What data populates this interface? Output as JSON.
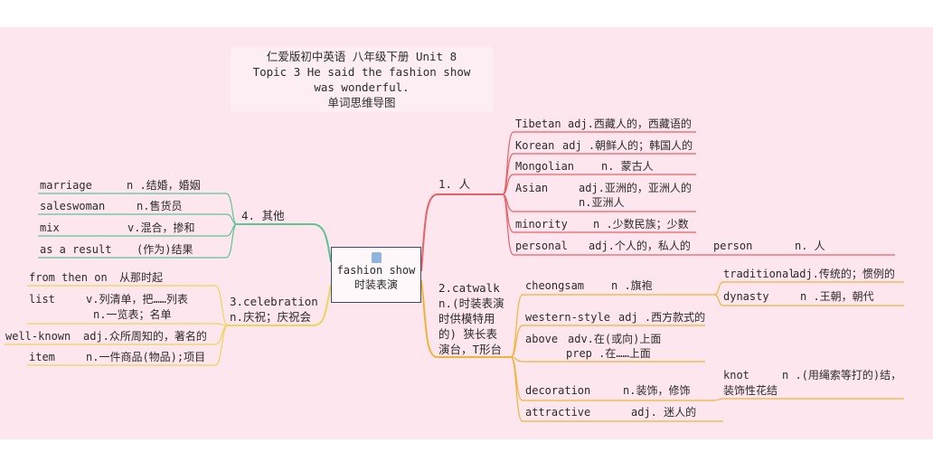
{
  "title": {
    "line1": "仁爱版初中英语  八年级下册 Unit 8",
    "line2": "Topic 3  He  said  the  fashion  show",
    "line3": "was wonderful.",
    "line4": "单词思维导图"
  },
  "center": {
    "line1": "fashion show",
    "line2": "时装表演",
    "icon": "shirt-icon"
  },
  "colors": {
    "people": "#e8616a",
    "catwalk": "#f2b33d",
    "celebration": "#eed45a",
    "others": "#5fc39a"
  },
  "branch1": {
    "label": "1. 人",
    "items": [
      {
        "word": "Tibetan",
        "meaning": "adj.西藏人的，西藏语的"
      },
      {
        "word": "Korean",
        "meaning": "adj .朝鲜人的；韩国人的"
      },
      {
        "word": "Mongolian",
        "meaning": "n. 蒙古人"
      },
      {
        "word": "Asian",
        "meaning": "adj.亚洲的，亚洲人的",
        "meaning2": "n.亚洲人"
      },
      {
        "word": "minority",
        "meaning": "n .少数民族；少数"
      },
      {
        "word": "personal",
        "meaning": "adj.个人的，私人的"
      },
      {
        "word": "person",
        "meaning": "n. 人"
      }
    ]
  },
  "branch2": {
    "label_line1": "2.catwalk",
    "label_line2": "n.(时装表演",
    "label_line3": "时供模特用",
    "label_line4": "的) 狭长表",
    "label_line5": "演台，T形台",
    "items": [
      {
        "word": "cheongsam",
        "meaning": "n .旗袍"
      },
      {
        "word": "traditional",
        "meaning": "adj.传统的；惯例的"
      },
      {
        "word": "dynasty",
        "meaning": "n .王朝，朝代"
      },
      {
        "word": "western-style",
        "meaning": "adj .西方款式的"
      },
      {
        "word": "above",
        "meaning": "adv.在(或向)上面",
        "meaning2": "prep .在……上面"
      },
      {
        "word": "decoration",
        "meaning": "n.装饰，修饰"
      },
      {
        "word": "knot",
        "meaning": "n .(用绳索等打的)结，",
        "meaning2": "装饰性花结"
      },
      {
        "word": "attractive",
        "meaning": "adj. 迷人的"
      }
    ]
  },
  "branch3": {
    "label_line1": "3.celebration",
    "label_line2": "n.庆祝；庆祝会",
    "items": [
      {
        "word": "from then on",
        "meaning": "从那时起"
      },
      {
        "word": "list",
        "meaning": "v.列清单，把……列表",
        "meaning2": "n.一览表；名单"
      },
      {
        "word": "well-known",
        "meaning": "adj.众所周知的，著名的"
      },
      {
        "word": "item",
        "meaning": "n.一件商品(物品);项目"
      }
    ]
  },
  "branch4": {
    "label": "4. 其他",
    "items": [
      {
        "word": "marriage",
        "meaning": "n .结婚，婚姻"
      },
      {
        "word": "saleswoman",
        "meaning": "n.售货员"
      },
      {
        "word": "mix",
        "meaning": "v.混合，掺和"
      },
      {
        "word": "as a result",
        "meaning": "(作为)结果"
      }
    ]
  }
}
